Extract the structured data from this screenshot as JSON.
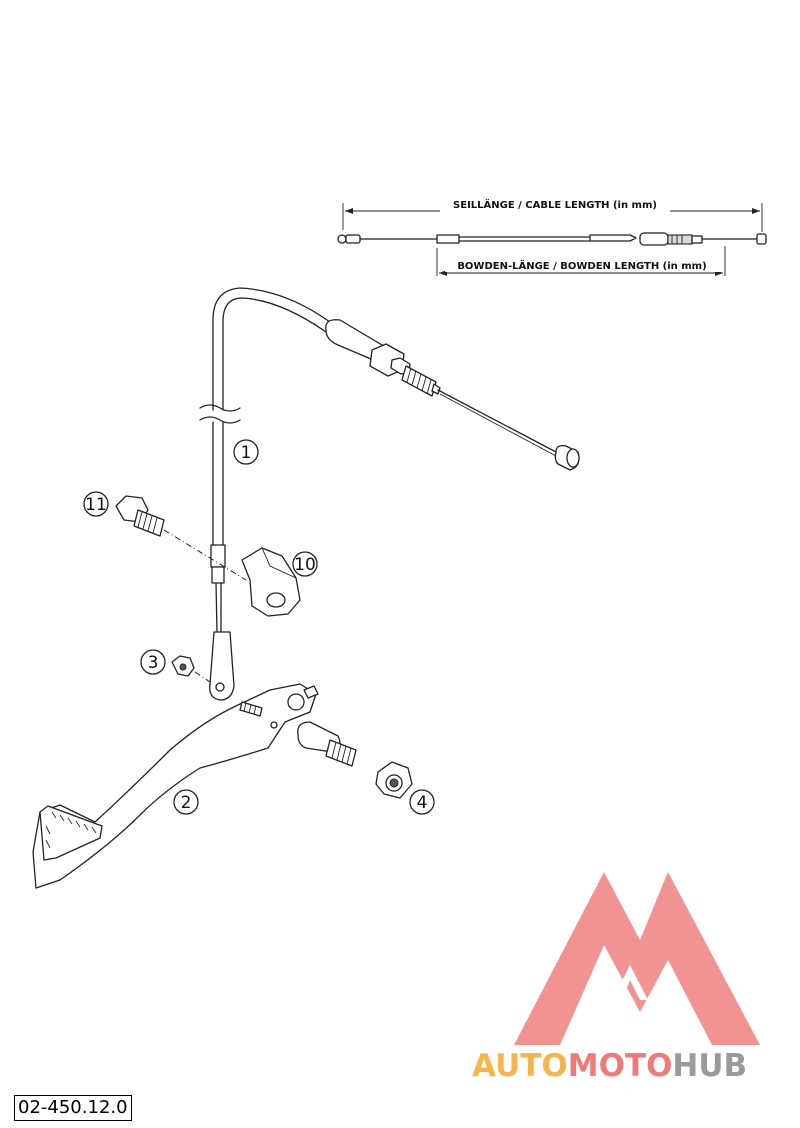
{
  "dimensions": {
    "cable_length_label": "SEILLÄNGE / CABLE LENGTH   (in mm)",
    "bowden_length_label": "BOWDEN-LÄNGE / BOWDEN LENGTH   (in mm)"
  },
  "callouts": [
    {
      "number": "1",
      "part": "cable"
    },
    {
      "number": "2",
      "part": "foot-brake-lever"
    },
    {
      "number": "3",
      "part": "nut"
    },
    {
      "number": "4",
      "part": "collar-nut"
    },
    {
      "number": "10",
      "part": "cable-bracket"
    },
    {
      "number": "11",
      "part": "bolt"
    }
  ],
  "watermark": {
    "text_part1": "AUTO",
    "text_part2": "MOTO",
    "text_part3": "HUB",
    "colors": {
      "auto": "#f5b54a",
      "moto": "#f07a7a",
      "hub": "#9a9a9a",
      "logo": "#f08080"
    }
  },
  "drawing_code": "02-450.12.0"
}
